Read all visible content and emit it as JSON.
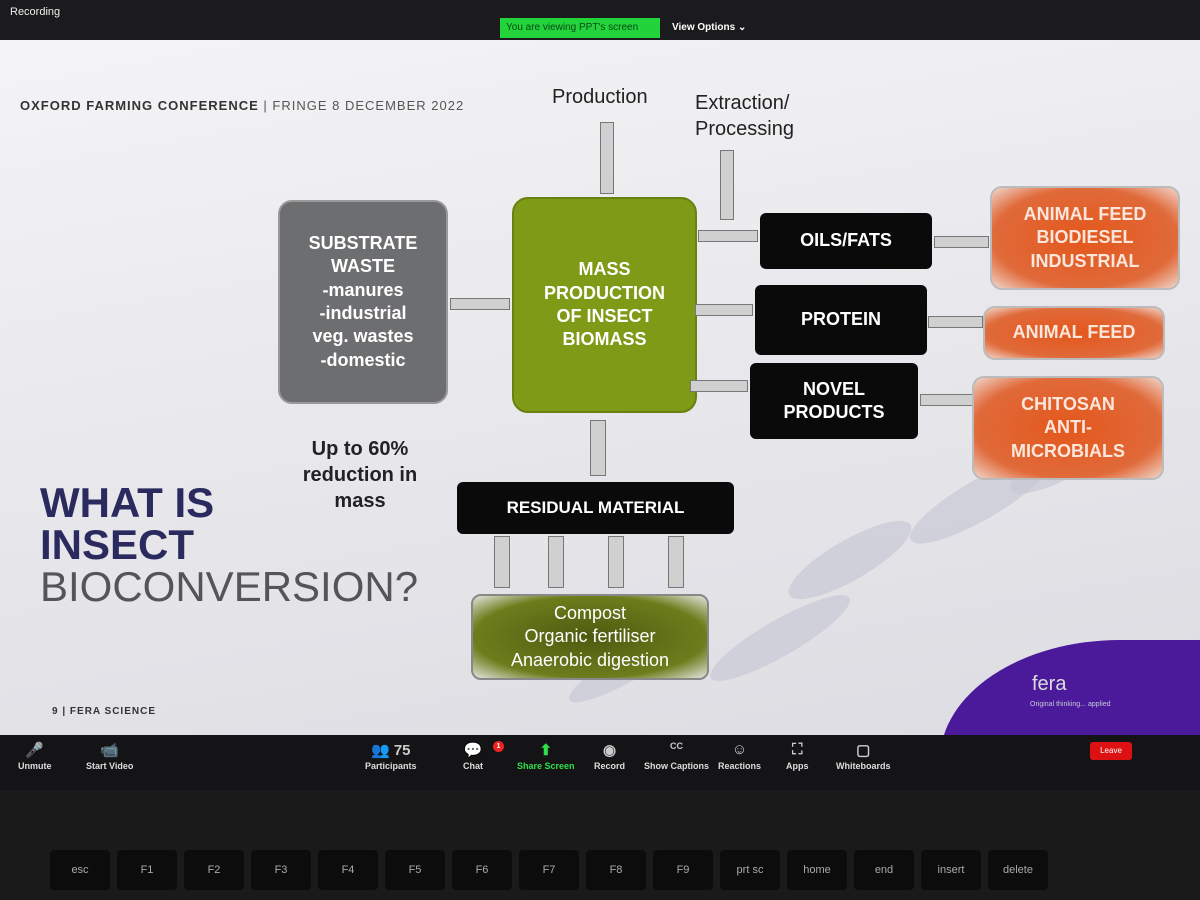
{
  "zoom": {
    "recording": "Recording",
    "viewing_banner": "You are viewing PPT's screen",
    "view_options": "View Options ⌄",
    "toolbar": [
      {
        "label": "Unmute",
        "icon": "🎤"
      },
      {
        "label": "Start Video",
        "icon": "📹"
      },
      {
        "label": "Participants",
        "icon": "👥 75"
      },
      {
        "label": "Chat",
        "icon": "💬"
      },
      {
        "label": "Share Screen",
        "icon": "⬆"
      },
      {
        "label": "Record",
        "icon": "◉"
      },
      {
        "label": "Show Captions",
        "icon": "CC"
      },
      {
        "label": "Reactions",
        "icon": "☺"
      },
      {
        "label": "Apps",
        "icon": "⛶"
      },
      {
        "label": "Whiteboards",
        "icon": "▢"
      }
    ],
    "chat_badge": "1",
    "leave": "Leave"
  },
  "slide": {
    "header_bold": "OXFORD FARMING CONFERENCE",
    "header_rest": "|  FRINGE 8 DECEMBER 2022",
    "production": "Production",
    "extraction": "Extraction/\nProcessing",
    "substrate": "SUBSTRATE\nWASTE\n-manures\n-industrial\nveg. wastes\n-domestic",
    "mass": "MASS\nPRODUCTION\nOF INSECT\nBIOMASS",
    "oils": "OILS/FATS",
    "protein": "PROTEIN",
    "novel": "NOVEL\nPRODUCTS",
    "out1": "ANIMAL FEED\nBIODIESEL\nINDUSTRIAL",
    "out2": "ANIMAL FEED",
    "out3": "CHITOSAN\nANTI-\nMICROBIALS",
    "residual": "RESIDUAL MATERIAL",
    "compost": "Compost\nOrganic fertiliser\nAnaerobic digestion",
    "reduction": "Up to 60% reduction in mass",
    "title1": "WHAT IS",
    "title2": "INSECT",
    "title3": "BIOCONVERSION?",
    "footer": "9  |  FERA SCIENCE",
    "logo": "fera",
    "tagline": "Original thinking... applied"
  },
  "keyboard": [
    "esc",
    "F1",
    "F2",
    "F3",
    "F4",
    "F5",
    "F6",
    "F7",
    "F8",
    "F9",
    "prt sc",
    "home",
    "end",
    "insert",
    "delete"
  ]
}
